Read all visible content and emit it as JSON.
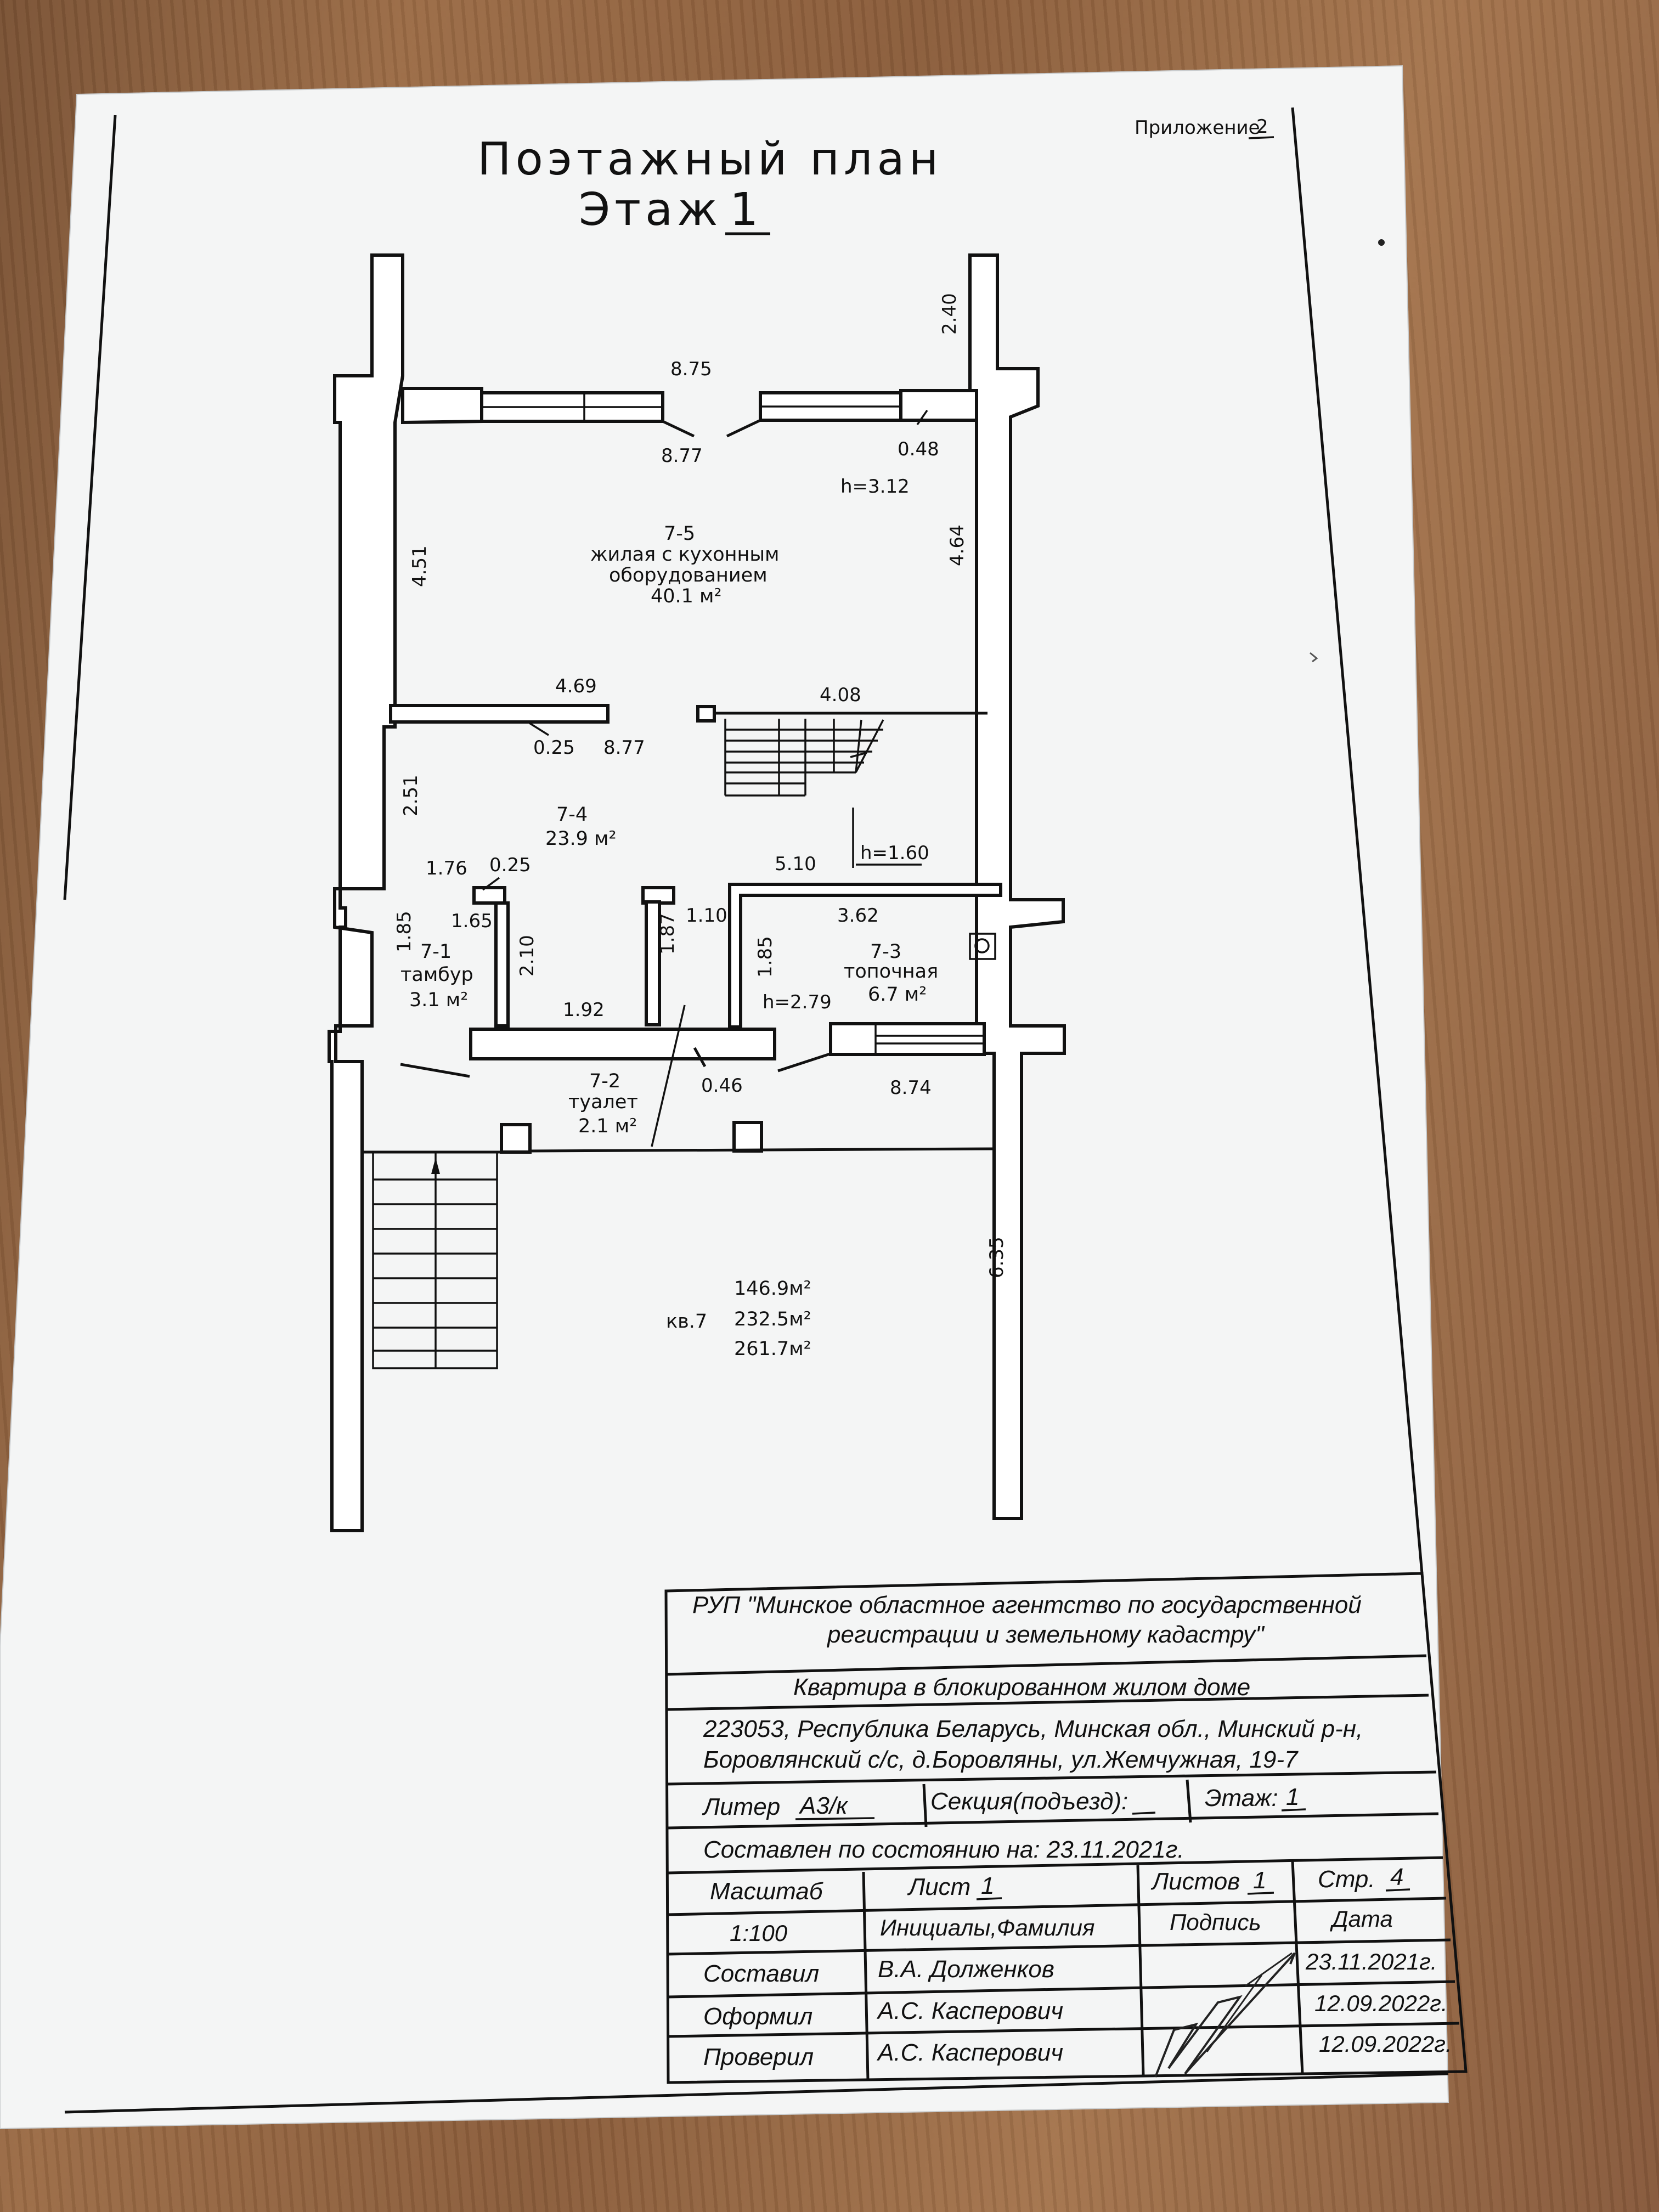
{
  "header": {
    "appendix_label": "Приложение",
    "appendix_number": "2",
    "title_line1": "Поэтажный план",
    "title_floor_label": "Этаж",
    "title_floor_number": "1"
  },
  "plan": {
    "dimensions": {
      "d_875": "8.75",
      "d_240": "2.40",
      "d_877_top": "8.77",
      "d_048": "0.48",
      "d_h312": "h=3.12",
      "d_451": "4.51",
      "d_464": "4.64",
      "d_469": "4.69",
      "d_408": "4.08",
      "d_025_a": "0.25",
      "d_877_mid": "8.77",
      "d_251": "2.51",
      "d_176": "1.76",
      "d_025_b": "0.25",
      "d_510": "5.10",
      "d_h160": "h=1.60",
      "d_165": "1.65",
      "d_185_a": "1.85",
      "d_210": "2.10",
      "d_187": "1.87",
      "d_110": "1.10",
      "d_362": "3.62",
      "d_185_b": "1.85",
      "d_h279": "h=2.79",
      "d_192": "1.92",
      "d_046": "0.46",
      "d_874": "8.74",
      "d_635": "6.35"
    },
    "rooms": {
      "r75": {
        "id": "7-5",
        "name1": "жилая с кухонным",
        "name2": "оборудованием",
        "area": "40.1 м²"
      },
      "r74": {
        "id": "7-4",
        "area": "23.9 м²"
      },
      "r71": {
        "id": "7-1",
        "name": "тамбур",
        "area": "3.1 м²"
      },
      "r73": {
        "id": "7-3",
        "name": "топочная",
        "area": "6.7 м²"
      },
      "r72": {
        "id": "7-2",
        "name": "туалет",
        "area": "2.1 м²"
      }
    },
    "summary": {
      "apartment": "кв.7",
      "area1": "146.9м²",
      "area2": "232.5м²",
      "area3": "261.7м²"
    }
  },
  "stamp": {
    "org_line1": "РУП \"Минское областное агентство по государственной",
    "org_line2": "регистрации и земельному кадастру\"",
    "object": "Квартира в блокированном жилом доме",
    "address_line1": "223053, Республика Беларусь, Минская обл., Минский р-н,",
    "address_line2": "Боровлянский с/с, д.Боровляны, ул.Жемчужная, 19-7",
    "liter_label": "Литер",
    "liter_value": "А3/к",
    "section_label": "Секция(подъезд):",
    "section_value": "",
    "floor_label": "Этаж:",
    "floor_value": "1",
    "compiled_state": "Составлен по состоянию на: 23.11.2021г.",
    "scale_label": "Масштаб",
    "scale_value": "1:100",
    "sheet_label": "Лист",
    "sheet_value": "1",
    "sheets_label": "Листов",
    "sheets_value": "1",
    "page_label": "Стр.",
    "page_value": "4",
    "col_name": "Инициалы,Фамилия",
    "col_sign": "Подпись",
    "col_date": "Дата",
    "rows": [
      {
        "role": "Составил",
        "name": "В.А. Долженков",
        "date": "23.11.2021г."
      },
      {
        "role": "Оформил",
        "name": "А.С. Касперович",
        "date": "12.09.2022г."
      },
      {
        "role": "Проверил",
        "name": "А.С. Касперович",
        "date": "12.09.2022г."
      }
    ]
  }
}
